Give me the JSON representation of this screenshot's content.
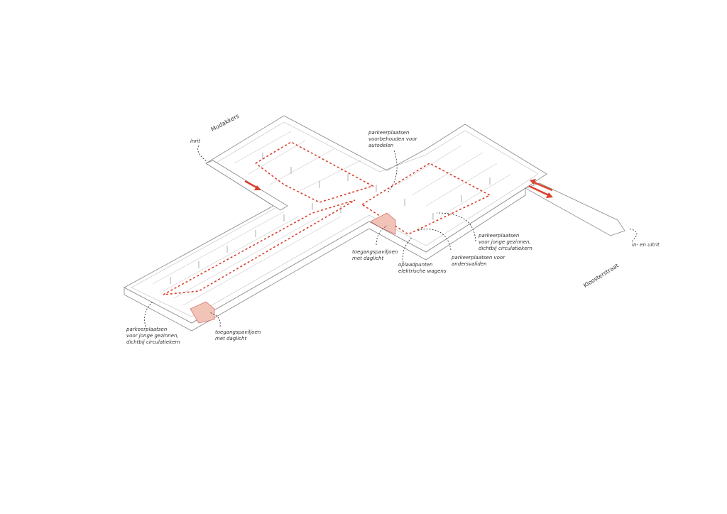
{
  "streets": {
    "north": "Mudakkers",
    "east": "Kloosterstraat"
  },
  "labels": {
    "entry": "inrit",
    "entry_exit": "in- en uitrit",
    "car_sharing": "parkeerplaatsen\nvoorbehouden voor\nautodelen",
    "families_right": "parkeerplaatsen\nvoor jonge gezinnen,\ndichtbij circulatiekern",
    "disabled": "parkeerplaatsen voor\nandersvaliden",
    "charging": "oplaadpunten\nelektrische wagens",
    "pavilion_center": "toegangspaviljoen\nmet daglicht",
    "pavilion_left": "toegangspaviljoen\nmet daglicht",
    "families_left": "parkeerplaatsen\nvoor jonge gezinnen,\ndichtbij circulatiekern"
  },
  "colors": {
    "route": "#d9412b",
    "pavilion": "#f2c4b8",
    "lines": "#888888"
  }
}
